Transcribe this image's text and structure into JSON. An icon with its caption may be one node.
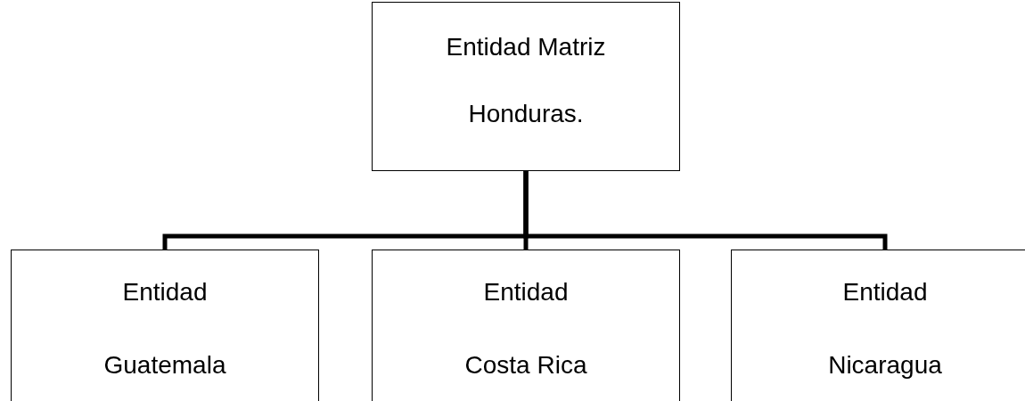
{
  "diagram": {
    "nodes": [
      {
        "text": [
          "Entidad Matriz Honduras."
        ]
      },
      {
        "text": [
          "Entidad",
          "Guatemala"
        ]
      },
      {
        "text": [
          "Entidad",
          "Costa Rica"
        ]
      },
      {
        "text": [
          "Entidad",
          "Nicaragua"
        ]
      }
    ],
    "edges": [
      {
        "from": 0,
        "to": 1,
        "arrow": "none"
      },
      {
        "from": 0,
        "to": 2,
        "arrow": "none"
      },
      {
        "from": 0,
        "to": 3,
        "arrow": "none"
      }
    ]
  }
}
